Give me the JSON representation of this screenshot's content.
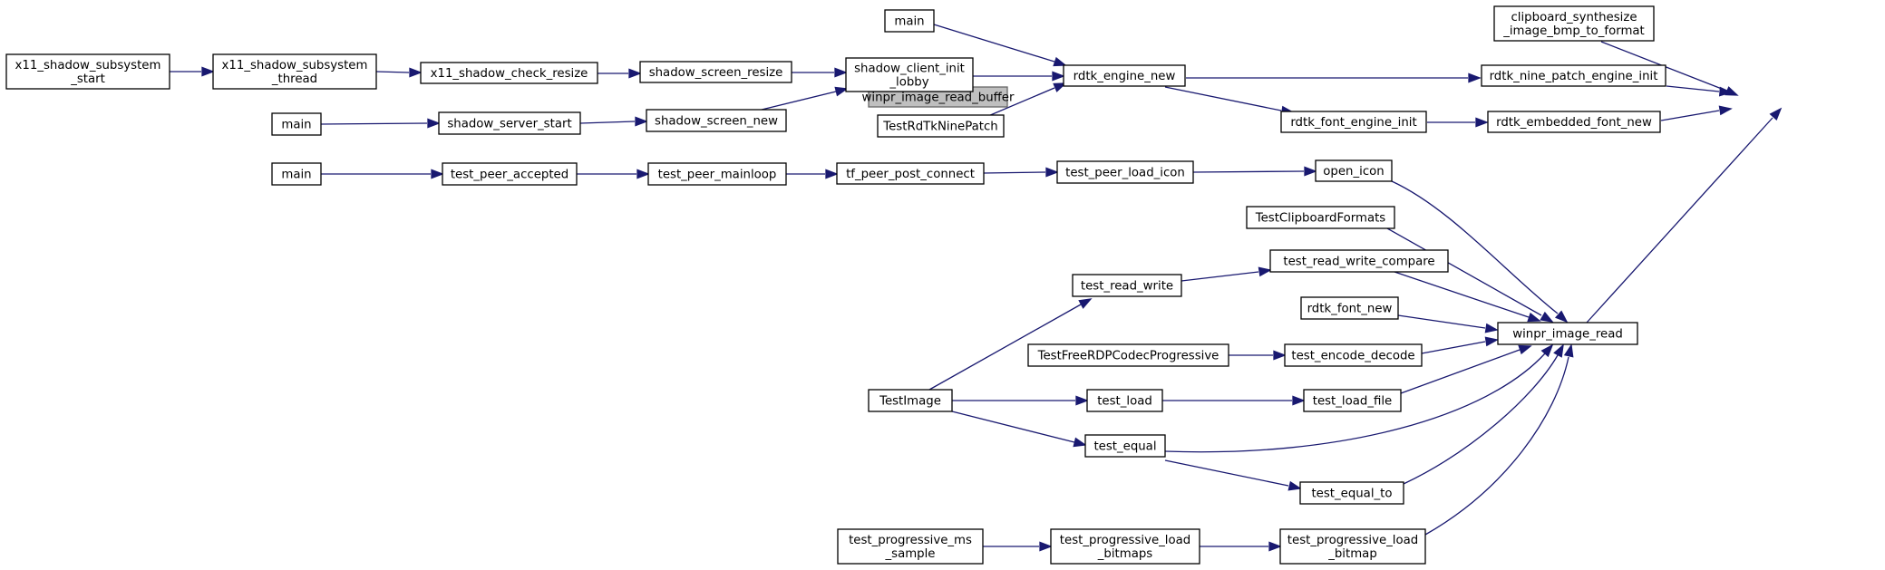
{
  "diagram": {
    "type": "caller-graph",
    "nodes": [
      {
        "id": "winpr_image_read_buffer",
        "lines": [
          "winpr_image_read_buffer"
        ],
        "current": true
      },
      {
        "id": "clipboard_synthesize",
        "lines": [
          "clipboard_synthesize",
          "_image_bmp_to_format"
        ]
      },
      {
        "id": "rdtk_nine_patch_engine_init",
        "lines": [
          "rdtk_nine_patch_engine_init"
        ]
      },
      {
        "id": "rdtk_embedded_font_new",
        "lines": [
          "rdtk_embedded_font_new"
        ]
      },
      {
        "id": "winpr_image_read",
        "lines": [
          "winpr_image_read"
        ]
      },
      {
        "id": "rdtk_engine_new",
        "lines": [
          "rdtk_engine_new"
        ]
      },
      {
        "id": "rdtk_font_engine_init",
        "lines": [
          "rdtk_font_engine_init"
        ]
      },
      {
        "id": "main_1",
        "lines": [
          "main"
        ]
      },
      {
        "id": "shadow_client_init_lobby",
        "lines": [
          "shadow_client_init",
          "_lobby"
        ]
      },
      {
        "id": "TestRdTkNinePatch",
        "lines": [
          "TestRdTkNinePatch"
        ]
      },
      {
        "id": "shadow_screen_resize",
        "lines": [
          "shadow_screen_resize"
        ]
      },
      {
        "id": "shadow_screen_new",
        "lines": [
          "shadow_screen_new"
        ]
      },
      {
        "id": "x11_shadow_check_resize",
        "lines": [
          "x11_shadow_check_resize"
        ]
      },
      {
        "id": "x11_shadow_subsystem_thread",
        "lines": [
          "x11_shadow_subsystem",
          "_thread"
        ]
      },
      {
        "id": "x11_shadow_subsystem_start",
        "lines": [
          "x11_shadow_subsystem",
          "_start"
        ]
      },
      {
        "id": "shadow_server_start",
        "lines": [
          "shadow_server_start"
        ]
      },
      {
        "id": "main_2",
        "lines": [
          "main"
        ]
      },
      {
        "id": "open_icon",
        "lines": [
          "open_icon"
        ]
      },
      {
        "id": "test_peer_load_icon",
        "lines": [
          "test_peer_load_icon"
        ]
      },
      {
        "id": "tf_peer_post_connect",
        "lines": [
          "tf_peer_post_connect"
        ]
      },
      {
        "id": "test_peer_mainloop",
        "lines": [
          "test_peer_mainloop"
        ]
      },
      {
        "id": "test_peer_accepted",
        "lines": [
          "test_peer_accepted"
        ]
      },
      {
        "id": "main_3",
        "lines": [
          "main"
        ]
      },
      {
        "id": "TestClipboardFormats",
        "lines": [
          "TestClipboardFormats"
        ]
      },
      {
        "id": "test_read_write_compare",
        "lines": [
          "test_read_write_compare"
        ]
      },
      {
        "id": "test_read_write",
        "lines": [
          "test_read_write"
        ]
      },
      {
        "id": "rdtk_font_new",
        "lines": [
          "rdtk_font_new"
        ]
      },
      {
        "id": "test_encode_decode",
        "lines": [
          "test_encode_decode"
        ]
      },
      {
        "id": "TestFreeRDPCodecProgressive",
        "lines": [
          "TestFreeRDPCodecProgressive"
        ]
      },
      {
        "id": "test_load_file",
        "lines": [
          "test_load_file"
        ]
      },
      {
        "id": "test_load",
        "lines": [
          "test_load"
        ]
      },
      {
        "id": "TestImage",
        "lines": [
          "TestImage"
        ]
      },
      {
        "id": "test_equal",
        "lines": [
          "test_equal"
        ]
      },
      {
        "id": "test_equal_to",
        "lines": [
          "test_equal_to"
        ]
      },
      {
        "id": "test_progressive_load_bitmap",
        "lines": [
          "test_progressive_load",
          "_bitmap"
        ]
      },
      {
        "id": "test_progressive_load_bitmaps",
        "lines": [
          "test_progressive_load",
          "_bitmaps"
        ]
      },
      {
        "id": "test_progressive_ms_sample",
        "lines": [
          "test_progressive_ms",
          "_sample"
        ]
      }
    ],
    "edges": [
      {
        "from": "clipboard_synthesize",
        "to": "winpr_image_read_buffer"
      },
      {
        "from": "rdtk_nine_patch_engine_init",
        "to": "winpr_image_read_buffer"
      },
      {
        "from": "rdtk_embedded_font_new",
        "to": "winpr_image_read_buffer"
      },
      {
        "from": "winpr_image_read",
        "to": "winpr_image_read_buffer"
      },
      {
        "from": "rdtk_engine_new",
        "to": "rdtk_nine_patch_engine_init"
      },
      {
        "from": "rdtk_font_engine_init",
        "to": "rdtk_embedded_font_new"
      },
      {
        "from": "rdtk_engine_new",
        "to": "rdtk_font_engine_init"
      },
      {
        "from": "main_1",
        "to": "rdtk_engine_new"
      },
      {
        "from": "shadow_client_init_lobby",
        "to": "rdtk_engine_new"
      },
      {
        "from": "TestRdTkNinePatch",
        "to": "rdtk_engine_new"
      },
      {
        "from": "shadow_screen_resize",
        "to": "shadow_client_init_lobby"
      },
      {
        "from": "shadow_screen_new",
        "to": "shadow_client_init_lobby"
      },
      {
        "from": "x11_shadow_check_resize",
        "to": "shadow_screen_resize"
      },
      {
        "from": "x11_shadow_subsystem_thread",
        "to": "x11_shadow_check_resize"
      },
      {
        "from": "x11_shadow_subsystem_start",
        "to": "x11_shadow_subsystem_thread"
      },
      {
        "from": "shadow_server_start",
        "to": "shadow_screen_new"
      },
      {
        "from": "main_2",
        "to": "shadow_server_start"
      },
      {
        "from": "open_icon",
        "to": "winpr_image_read"
      },
      {
        "from": "test_peer_load_icon",
        "to": "open_icon"
      },
      {
        "from": "tf_peer_post_connect",
        "to": "test_peer_load_icon"
      },
      {
        "from": "test_peer_mainloop",
        "to": "tf_peer_post_connect"
      },
      {
        "from": "test_peer_accepted",
        "to": "test_peer_mainloop"
      },
      {
        "from": "main_3",
        "to": "test_peer_accepted"
      },
      {
        "from": "TestClipboardFormats",
        "to": "winpr_image_read"
      },
      {
        "from": "test_read_write_compare",
        "to": "winpr_image_read"
      },
      {
        "from": "test_read_write",
        "to": "test_read_write_compare"
      },
      {
        "from": "TestImage",
        "to": "test_read_write"
      },
      {
        "from": "rdtk_font_new",
        "to": "winpr_image_read"
      },
      {
        "from": "test_encode_decode",
        "to": "winpr_image_read"
      },
      {
        "from": "TestFreeRDPCodecProgressive",
        "to": "test_encode_decode"
      },
      {
        "from": "test_load_file",
        "to": "winpr_image_read"
      },
      {
        "from": "test_load",
        "to": "test_load_file"
      },
      {
        "from": "TestImage",
        "to": "test_load"
      },
      {
        "from": "test_equal",
        "to": "winpr_image_read"
      },
      {
        "from": "TestImage",
        "to": "test_equal"
      },
      {
        "from": "test_equal_to",
        "to": "winpr_image_read"
      },
      {
        "from": "test_equal",
        "to": "test_equal_to"
      },
      {
        "from": "test_progressive_load_bitmap",
        "to": "winpr_image_read"
      },
      {
        "from": "test_progressive_load_bitmaps",
        "to": "test_progressive_load_bitmap"
      },
      {
        "from": "test_progressive_ms_sample",
        "to": "test_progressive_load_bitmaps"
      }
    ]
  }
}
